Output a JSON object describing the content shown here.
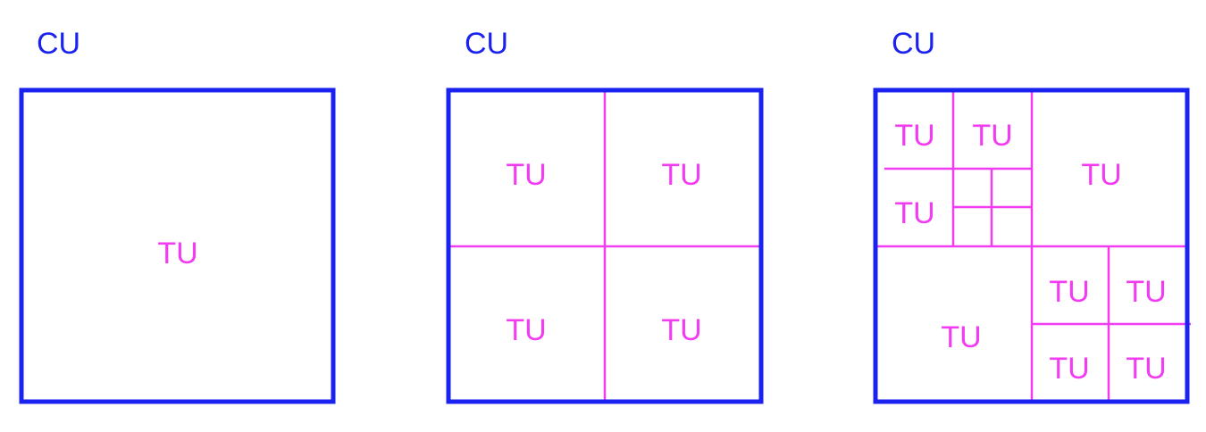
{
  "colors": {
    "cu": "#1a22f0",
    "tu": "#f23cf2",
    "background": "#ffffff"
  },
  "diagrams": [
    {
      "cu_label": "CU",
      "tu_labels": [
        "TU"
      ]
    },
    {
      "cu_label": "CU",
      "tu_labels": [
        "TU",
        "TU",
        "TU",
        "TU"
      ]
    },
    {
      "cu_label": "CU",
      "tu_labels": [
        "TU",
        "TU",
        "TU",
        "TU",
        "TU",
        "TU",
        "TU",
        "TU",
        "TU"
      ]
    }
  ]
}
